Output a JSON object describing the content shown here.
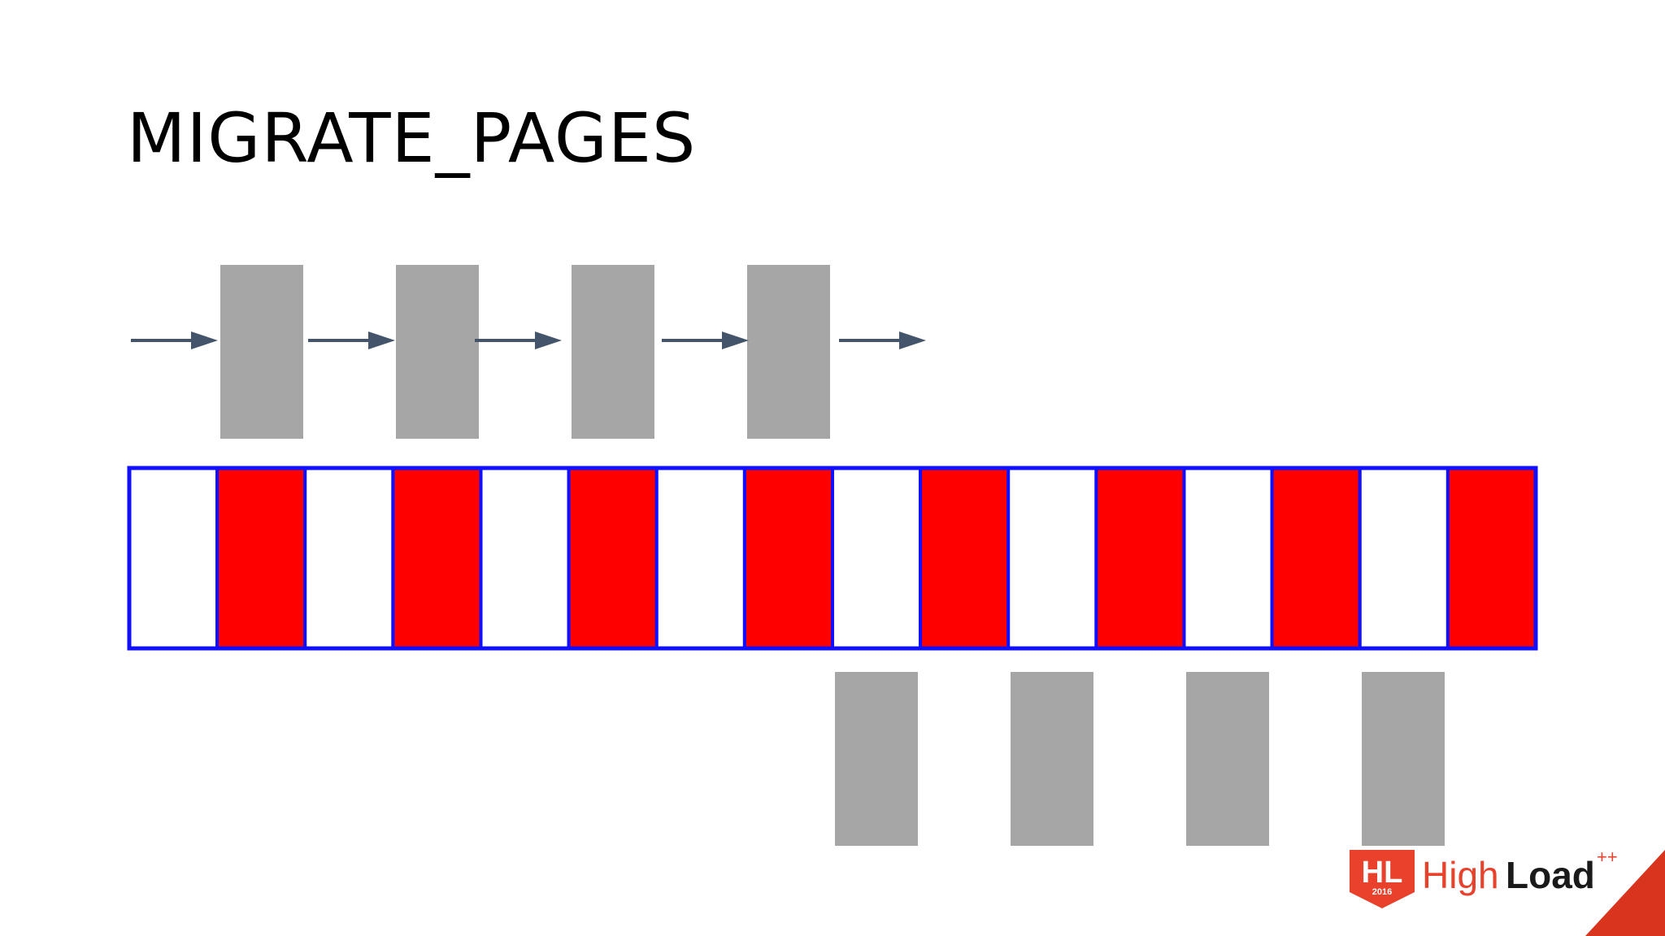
{
  "slide": {
    "title": "MIGRATE_PAGES"
  },
  "diagram": {
    "memory_cells": [
      "white",
      "red",
      "white",
      "red",
      "white",
      "red",
      "white",
      "red",
      "white",
      "red",
      "white",
      "red",
      "white",
      "red",
      "white",
      "red"
    ],
    "top_pages_count": 4,
    "bottom_pages_count": 4,
    "arrow_count": 5
  },
  "colors": {
    "cell_red": "#ff0000",
    "cell_white": "#ffffff",
    "cell_border": "#1010ff",
    "page_gray": "#a6a6a6",
    "arrow": "#44546a",
    "brand_red": "#e8412c",
    "corner_red": "#d8341e"
  },
  "logo": {
    "badge_text": "HL",
    "badge_year": "2016",
    "word_high": "High",
    "word_load": "Load",
    "word_plus": "++"
  }
}
